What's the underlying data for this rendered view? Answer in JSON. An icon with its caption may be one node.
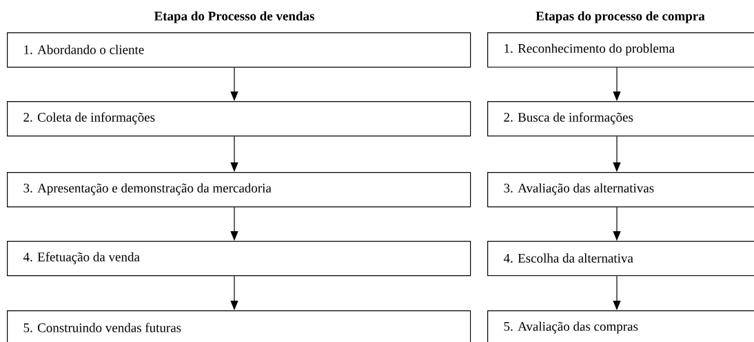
{
  "diagram": {
    "nodes": [
      {
        "text": [
          "1. Abordando o cliente"
        ]
      },
      {
        "text": [
          "2. Coleta de informações"
        ]
      },
      {
        "text": [
          "3. Apresentação e demonstração da mercadoria"
        ]
      },
      {
        "text": [
          "4. Efetuação da venda"
        ]
      },
      {
        "text": [
          "5. Construindo vendas futuras"
        ]
      },
      {
        "text": [
          "1. Reconhecimento do problema"
        ]
      },
      {
        "text": [
          "2. Busca de informações"
        ]
      },
      {
        "text": [
          "3. Avaliação das alternativas"
        ]
      },
      {
        "text": [
          "4. Escolha da alternativa"
        ]
      },
      {
        "text": [
          "5. Avaliação das compras"
        ]
      }
    ],
    "edges": [
      {
        "from": 0,
        "to": 1,
        "arrow": "to"
      },
      {
        "from": 1,
        "to": 2,
        "arrow": "to"
      },
      {
        "from": 2,
        "to": 3,
        "arrow": "to"
      },
      {
        "from": 3,
        "to": 4,
        "arrow": "to"
      },
      {
        "from": 5,
        "to": 6,
        "arrow": "to"
      },
      {
        "from": 6,
        "to": 7,
        "arrow": "to"
      },
      {
        "from": 7,
        "to": 8,
        "arrow": "to"
      },
      {
        "from": 8,
        "to": 9,
        "arrow": "to"
      }
    ],
    "labels": [
      "Etapa do Processo de vendas",
      "Etapas do processo de compra"
    ]
  }
}
